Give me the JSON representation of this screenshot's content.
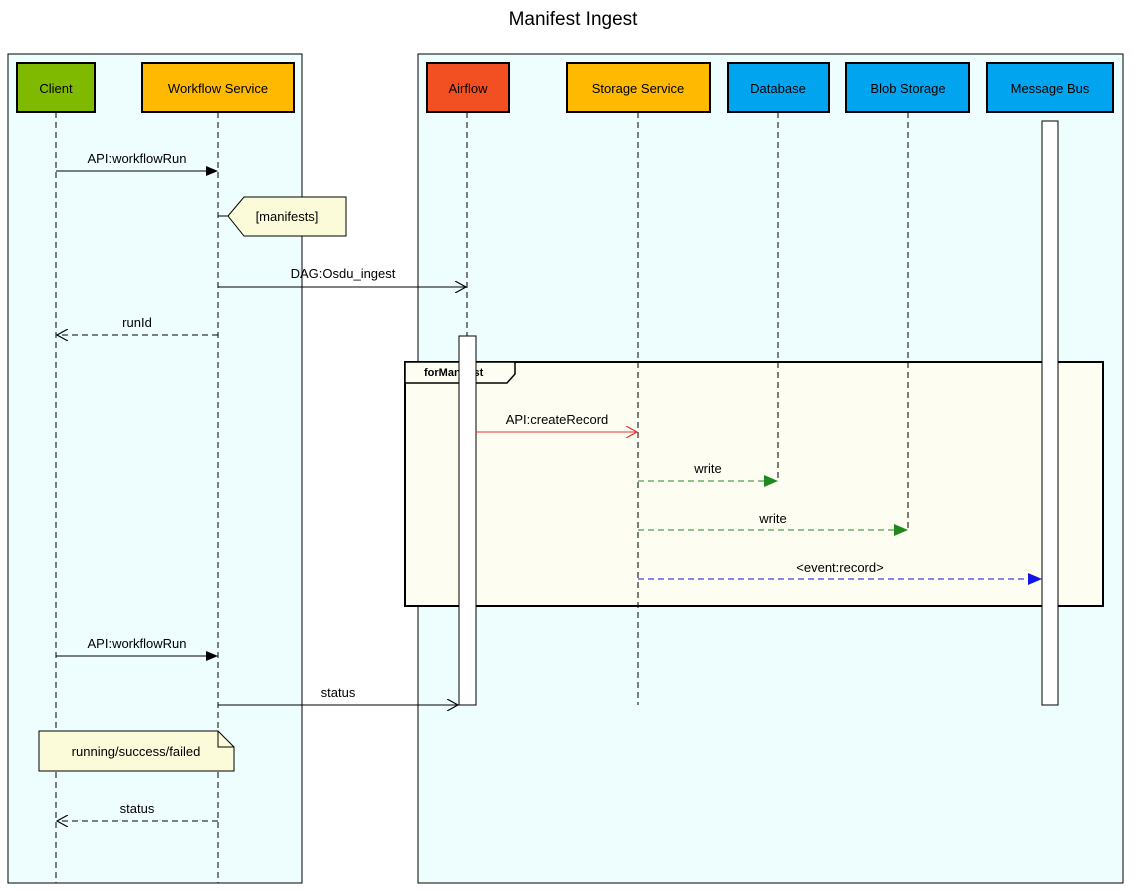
{
  "title": "Manifest Ingest",
  "colors": {
    "client": "#7fba00",
    "workflow": "#ffb900",
    "airflow": "#f25022",
    "storage": "#ffb900",
    "database": "#00a4ef",
    "blob": "#00a4ef",
    "bus": "#00a4ef",
    "group_bg": "#eefefe",
    "fragment_bg": "#fdfdf2",
    "note_bg": "#fbfbd9",
    "create_arrow": "#e8322e",
    "write_arrow": "#1e8a1e",
    "event_arrow": "#1414e6"
  },
  "participants": {
    "client": "Client",
    "workflow": "Workflow Service",
    "airflow": "Airflow",
    "storage": "Storage Service",
    "database": "Database",
    "blob": "Blob Storage",
    "bus": "Message Bus"
  },
  "fragment": {
    "label": "forManifest"
  },
  "notes": {
    "manifests": "[manifests]",
    "status_values": "running/success/failed"
  },
  "messages": {
    "workflow_run_1": "API:workflowRun",
    "dag_ingest": "DAG:Osdu_ingest",
    "run_id": "runId",
    "create_record": "API:createRecord",
    "write_db": "write",
    "write_blob": "write",
    "event_record": "<event:record>",
    "workflow_run_2": "API:workflowRun",
    "status_to_airflow": "status",
    "status_to_client": "status"
  }
}
